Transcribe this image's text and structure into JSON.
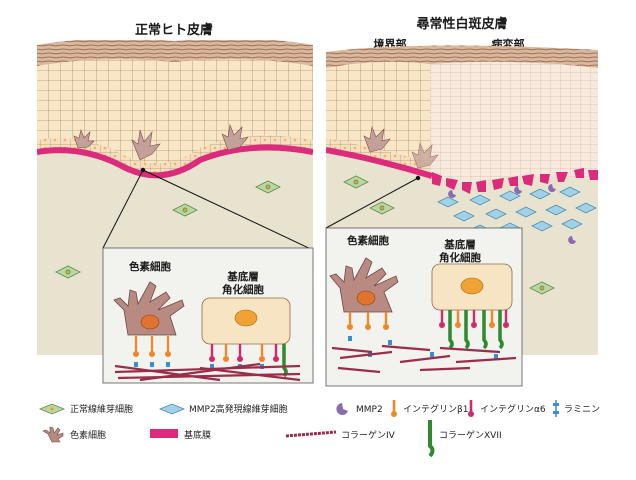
{
  "panels": {
    "left": {
      "title": "正常ヒト皮膚",
      "inset": {
        "melanocyte_label": "色素細胞",
        "basal_label_line1": "基底層",
        "basal_label_line2": "角化細胞"
      }
    },
    "right": {
      "title": "尋常性白斑皮膚",
      "border_label": "境界部",
      "lesion_label": "病変部",
      "inset": {
        "melanocyte_label": "色素細胞",
        "basal_label_line1": "基底層",
        "basal_label_line2": "角化細胞"
      }
    }
  },
  "legend": [
    {
      "icon": "normal-fibroblast-icon",
      "label": "正常線維芽細胞"
    },
    {
      "icon": "mmp2-fibroblast-icon",
      "label": "MMP2高発現線維芽細胞"
    },
    {
      "icon": "mmp2-icon",
      "label": "MMP2"
    },
    {
      "icon": "integrin-beta1-icon",
      "label": "インテグリンβ1"
    },
    {
      "icon": "integrin-alpha6-icon",
      "label": "インテグリンα6"
    },
    {
      "icon": "laminin-icon",
      "label": "ラミニン"
    },
    {
      "icon": "melanocyte-icon",
      "label": "色素細胞"
    },
    {
      "icon": "basement-membrane-icon",
      "label": "基底膜"
    },
    {
      "icon": "collagen-iv-icon",
      "label": "コラーゲンIV"
    },
    {
      "icon": "collagen-xvii-icon",
      "label": "コラーゲンXVII"
    }
  ],
  "colors": {
    "dermis": "#e7e3cf",
    "basement_membrane": "#dc2a7c",
    "keratinocyte": "#f7e4c3",
    "keratinocyte_nucleus": "#f0a235",
    "melanocyte": "#b88a82",
    "melanocyte_nucleus": "#e0742e",
    "normal_fibroblast": "#b7d8a0",
    "mmp2_fibroblast": "#9fd2e6",
    "mmp2": "#8a6ab0",
    "integrin_beta1": "#f0882a",
    "integrin_alpha6": "#cf2a6a",
    "laminin": "#3a8fd0",
    "collagen_iv": "#9a2d4a",
    "collagen_xvii": "#2f8a2f",
    "stratum_corneum": "#9c6a55"
  }
}
